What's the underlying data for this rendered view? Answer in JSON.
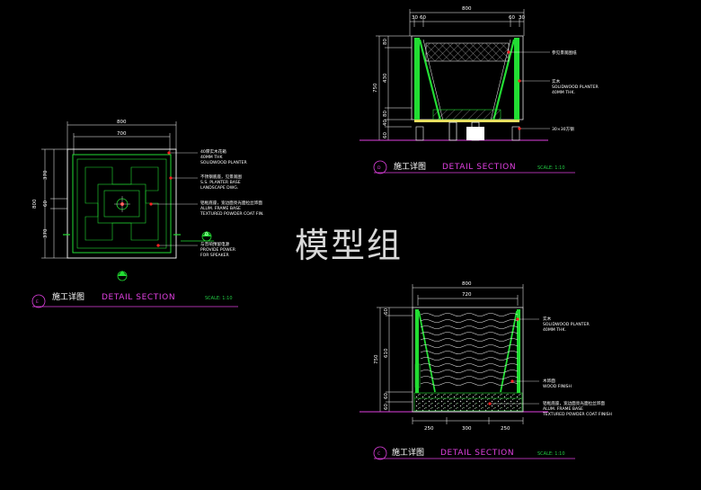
{
  "watermark": "模型组",
  "plan": {
    "dims": {
      "top_overall": "800",
      "top_inner": "700",
      "left_a": "370",
      "left_b": "60",
      "left_c": "370",
      "left_overall": "800"
    },
    "notes": [
      {
        "cn": "40厚实木花箱",
        "l2": "40MM THK",
        "l3": "SOLIDWOOD PLANTER"
      },
      {
        "cn": "不锈钢底座，见景观图",
        "l2": "S.S. PLANTER BASE",
        "l3": "LANDSCAPE DWG."
      },
      {
        "cn": "铝框底座，宽边面亮光面拉丝饰面",
        "l2": "ALUM. FRAME BASE",
        "l3": "TEXTURED POWDER COAT FIN."
      },
      {
        "cn": "与音响预留电源",
        "l2": "PROVIDE POWER",
        "l3": "FOR SPEAKER"
      }
    ],
    "callout_tag": "D",
    "title_tag": "E",
    "title_cn": "施工详图",
    "title_en": "DETAIL SECTION",
    "scale": "SCALE: 1:10"
  },
  "section_d": {
    "dims": {
      "top_overall": "800",
      "top_a": "30",
      "top_b": "60",
      "top_c": "60",
      "top_d": "30",
      "left_overall": "750",
      "left_1": "80",
      "left_2": "430",
      "left_3": "80",
      "left_4": "40",
      "left_5": "60"
    },
    "notes": [
      {
        "cn": "参见景观图纸",
        "l2": "",
        "l3": ""
      },
      {
        "cn": "实木",
        "l2": "SOLIDWOOD PLANTER",
        "l3": "40MM THK."
      },
      {
        "cn": "30×30方钢",
        "l2": "",
        "l3": ""
      }
    ],
    "title_tag": "D",
    "title_cn": "施工详图",
    "title_en": "DETAIL SECTION",
    "scale": "SCALE: 1:10"
  },
  "section_c": {
    "dims": {
      "top_overall": "800",
      "top_inner": "720",
      "left_overall": "750",
      "left_1": "60",
      "left_2": "610",
      "left_3": "60",
      "left_4": "60",
      "bottom_1": "250",
      "bottom_2": "300",
      "bottom_3": "250"
    },
    "notes": [
      {
        "cn": "实木",
        "l2": "SOLIDWOOD PLANTER",
        "l3": "40MM THK."
      },
      {
        "cn": "木饰面",
        "l2": "WOOD FINISH",
        "l3": ""
      },
      {
        "cn": "铝框底座，宽边面亮光面拉丝饰面",
        "l2": "ALUM. FRAME BASE",
        "l3": "TEXTURED POWDER COAT FINISH"
      }
    ],
    "title_tag": "C",
    "title_cn": "施工详图",
    "title_en": "DETAIL SECTION",
    "scale": "SCALE: 1:10"
  },
  "colors": {
    "background": "#000000",
    "green": "#22dd33",
    "white": "#ffffff",
    "magenta": "#e040e0",
    "red": "#ff2222",
    "yellow": "#e8e060",
    "grey": "#9a9a9a"
  }
}
